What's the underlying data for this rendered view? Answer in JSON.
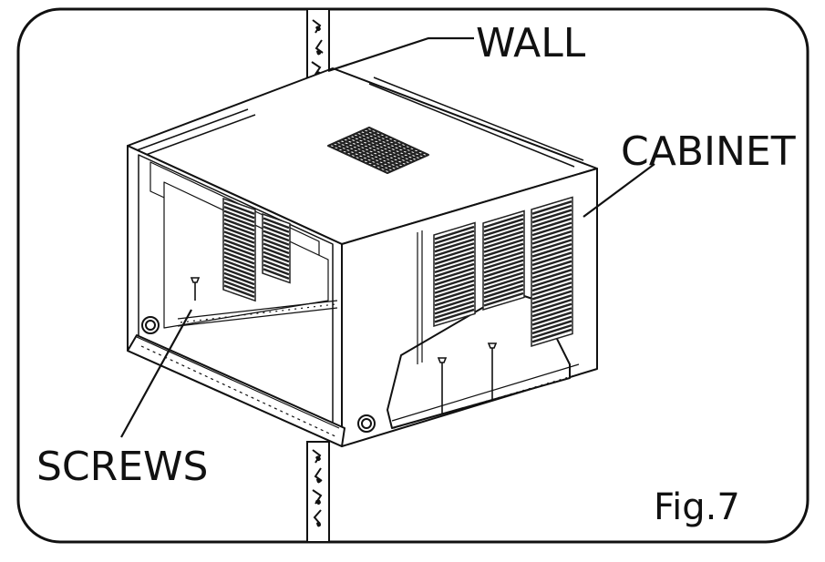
{
  "figure": {
    "label": "Fig.7"
  },
  "callouts": {
    "wall": "WALL",
    "cabinet": "CABINET",
    "screws": "SCREWS"
  },
  "colors": {
    "line": "#111111",
    "frame": "#111111",
    "background": "#ffffff",
    "grille": "#222222"
  }
}
